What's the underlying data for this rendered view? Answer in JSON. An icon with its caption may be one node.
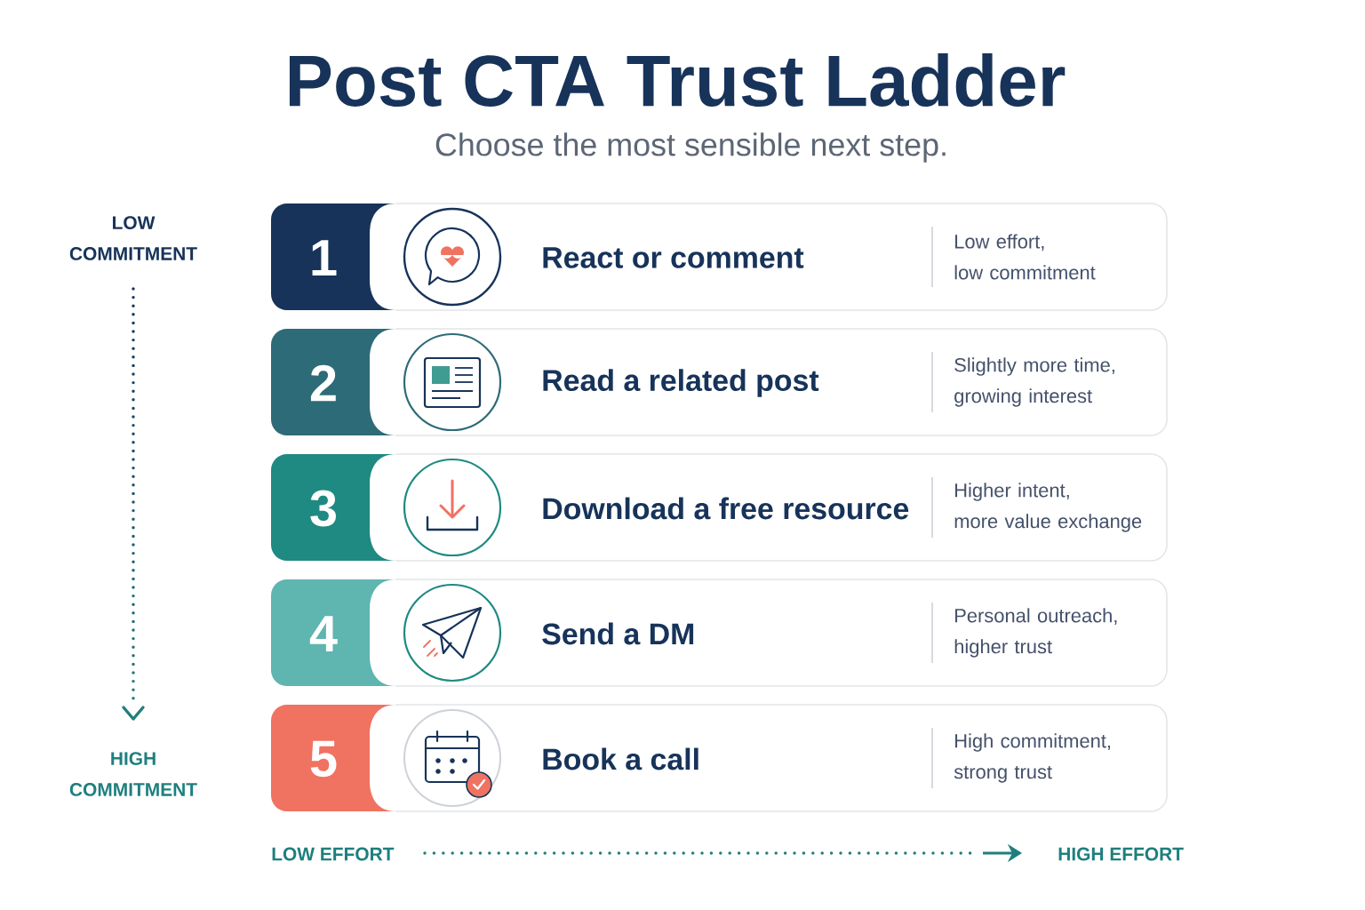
{
  "diagram": {
    "title": "Post CTA Trust Ladder",
    "nodes": [
      {
        "text": [
          "1",
          "React or comment",
          "Low effort, low commitment"
        ]
      },
      {
        "text": [
          "2",
          "Read a related post",
          "Slightly more time, growing interest"
        ]
      },
      {
        "text": [
          "3",
          "Download a free resource",
          "Higher intent, more value exchange"
        ]
      },
      {
        "text": [
          "4",
          "Send a DM",
          "Personal outreach, higher trust"
        ]
      },
      {
        "text": [
          "5",
          "Book a call",
          "High commitment, strong trust"
        ]
      }
    ],
    "labels": [
      "Choose the most sensible next step.",
      "LOW COMMITMENT",
      "HIGH COMMITMENT",
      "LOW EFFORT",
      "HIGH EFFORT"
    ]
  }
}
